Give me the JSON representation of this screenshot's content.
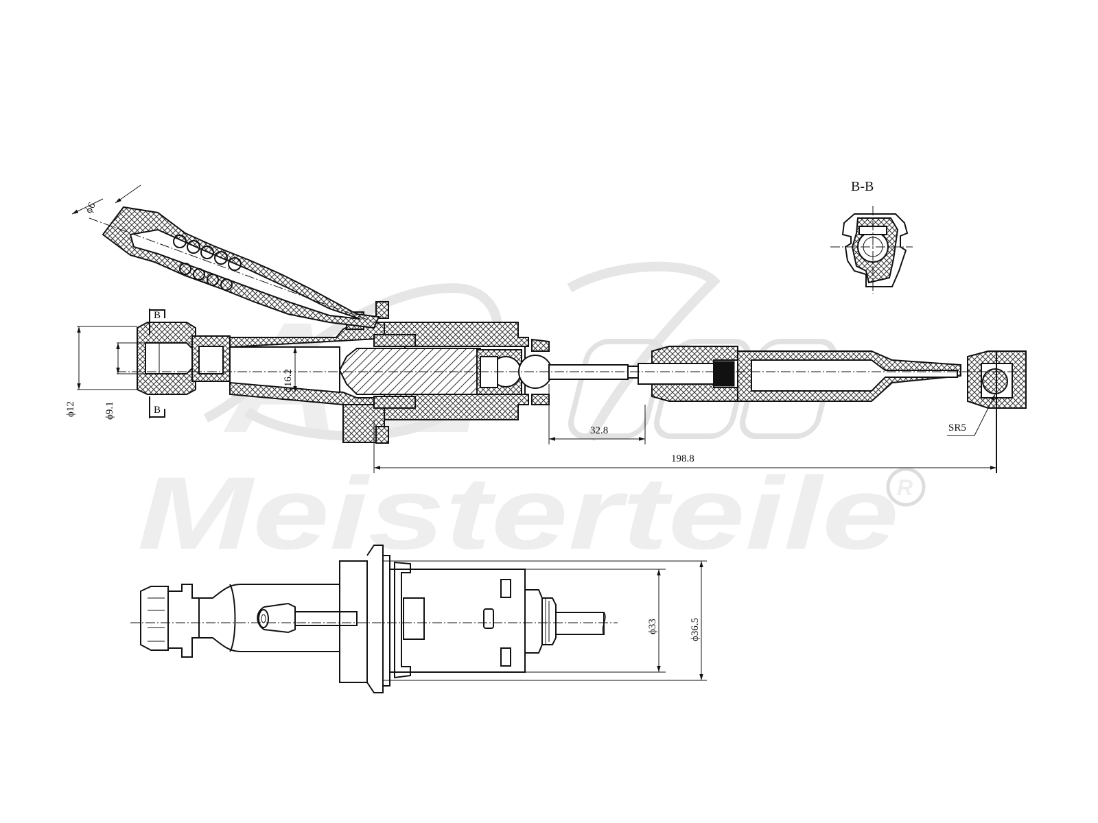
{
  "watermark": {
    "brand": "Meisterteile",
    "monogram": "A.Z",
    "registered_mark": "R"
  },
  "section_view": {
    "title": "B-B",
    "cut_marker": "B"
  },
  "dimensions": {
    "hose_diameter": "ϕ6",
    "port_outer_diameter": "ϕ12",
    "port_inner_diameter": "ϕ9.1",
    "bore_diameter": "ϕ16.2",
    "rod_stroke": "32.8",
    "overall_length": "198.8",
    "ball_radius": "SR5",
    "body_diameter": "ϕ33",
    "flange_diameter": "ϕ36.5"
  }
}
